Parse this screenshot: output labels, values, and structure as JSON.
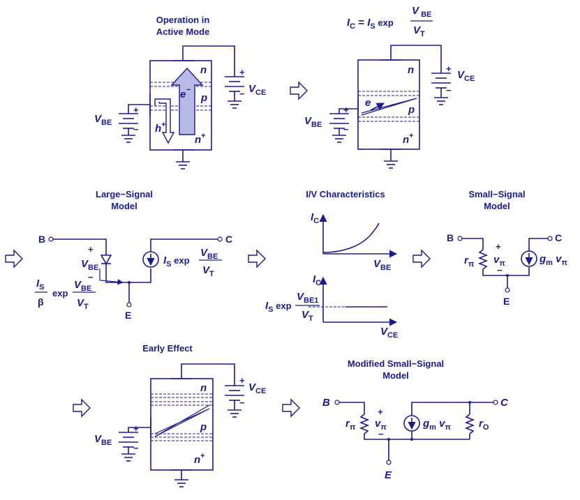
{
  "titles": {
    "active_mode": "Operation in Active Mode",
    "large_signal": "Large−Signal Model",
    "iv": "I/V Characteristics",
    "small_signal": "Small−Signal Model",
    "early": "Early Effect",
    "modified": "Modified Small−Signal Model"
  },
  "regions": {
    "n": "n",
    "p": "p",
    "nplus": "n",
    "plus": "+",
    "minus": "−"
  },
  "carriers": {
    "electron": "e",
    "hole": "h"
  },
  "labels": {
    "V": "V",
    "I": "I",
    "r": "r",
    "g": "g",
    "v": "v",
    "BE": "BE",
    "CE": "CE",
    "C": "C",
    "S": "S",
    "T": "T",
    "pi": "π",
    "m": "m",
    "O": "O",
    "BE1": "BE1",
    "beta": "β",
    "exp": "exp",
    "eq": "=",
    "B": "B",
    "E": "E",
    "Cnode": "C"
  },
  "colors": {
    "ink": "#1a1a8c",
    "arrow_fill": "#b9b9e6"
  }
}
